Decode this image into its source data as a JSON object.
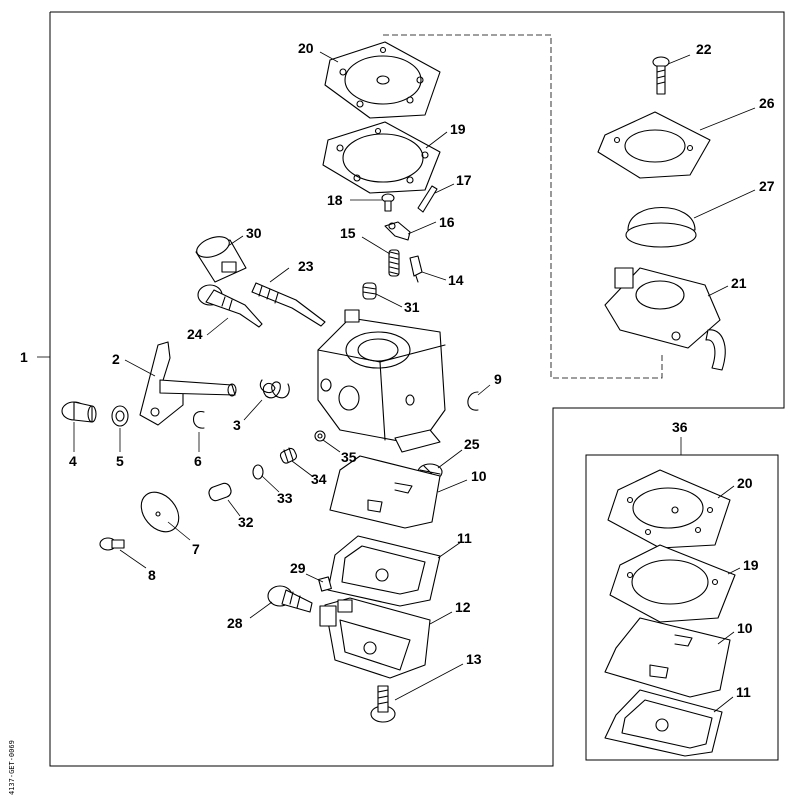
{
  "labels": {
    "l1": "1",
    "l2": "2",
    "l3": "3",
    "l4": "4",
    "l5": "5",
    "l6": "6",
    "l7": "7",
    "l8": "8",
    "l9": "9",
    "l10": "10",
    "l11": "11",
    "l12": "12",
    "l13": "13",
    "l14": "14",
    "l15": "15",
    "l16": "16",
    "l17": "17",
    "l18": "18",
    "l19": "19",
    "l20": "20",
    "l21": "21",
    "l22": "22",
    "l23": "23",
    "l24": "24",
    "l25": "25",
    "l26": "26",
    "l27": "27",
    "l28": "28",
    "l29": "29",
    "l30": "30",
    "l31": "31",
    "l32": "32",
    "l33": "33",
    "l34": "34",
    "l35": "35",
    "l36": "36",
    "kit20": "20",
    "kit19": "19",
    "kit10": "10",
    "kit11": "11"
  },
  "side_code": "4137-GET-0069"
}
